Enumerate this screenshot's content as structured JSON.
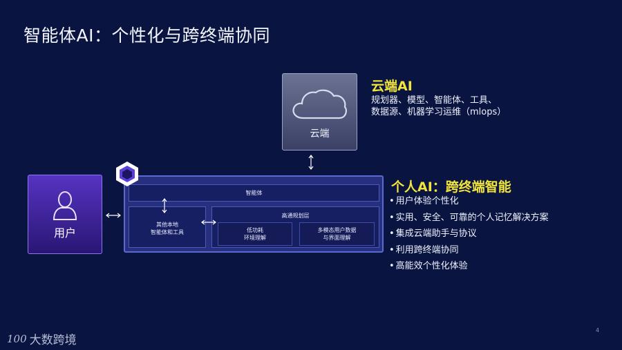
{
  "title": "智能体AI：个性化与跨终端协同",
  "cloud": {
    "box_label": "云端",
    "heading": "云端AI",
    "description_line1": "规划器、模型、智能体、工具、",
    "description_line2": "数据源、机器学习运维（mlops）"
  },
  "user": {
    "label": "用户"
  },
  "device": {
    "agent_label": "智能体",
    "local_line1": "其他本地",
    "local_line2": "智能体和工具",
    "planner_label": "高通规划层",
    "sub_left_line1": "低功耗",
    "sub_left_line2": "环境理解",
    "sub_right_line1": "多模态用户数据",
    "sub_right_line2": "与界面理解"
  },
  "personal": {
    "heading": "个人AI：跨终端智能",
    "bullets": [
      "用户体验个性化",
      "实用、安全、可靠的个人记忆解决方案",
      "集成云端助手与协议",
      "利用跨终端协同",
      "高能效个性化体验"
    ]
  },
  "page_number": "4",
  "brand": {
    "mark": "100",
    "name": "大数跨境"
  },
  "colors": {
    "background": "#091540",
    "accent_yellow": "#f2e43a",
    "user_purple": "#5633c2",
    "device_blue": "#26307e"
  },
  "icons": [
    "cloud-icon",
    "user-person-icon",
    "hexagon-logo-icon",
    "double-arrow-icon"
  ]
}
